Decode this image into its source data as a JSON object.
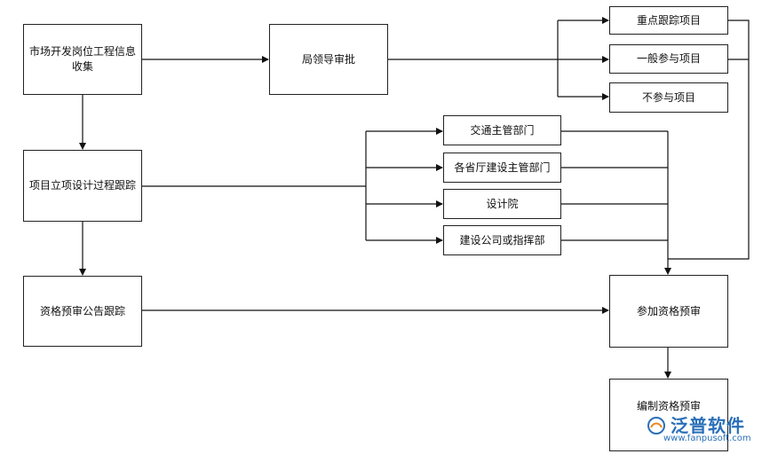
{
  "nodes": {
    "market_dev": "市场开发岗位工程信息收集",
    "bureau_approval": "局领导审批",
    "key_track": "重点跟踪项目",
    "general_participate": "一般参与项目",
    "not_participate": "不参与项目",
    "transport_dept": "交通主管部门",
    "provincial_dept": "各省厅建设主管部门",
    "design_institute": "设计院",
    "construction_company": "建设公司或指挥部",
    "project_tracking": "项目立项设计过程跟踪",
    "prequal_notice": "资格预审公告跟踪",
    "join_prequal": "参加资格预审",
    "compile_prequal": "编制资格预审"
  },
  "watermark": {
    "brand": "泛普软件",
    "url": "www.fanpusoft.com"
  },
  "colors": {
    "line": "#111111",
    "border": "#222222",
    "watermark": "#2a6fb8"
  }
}
